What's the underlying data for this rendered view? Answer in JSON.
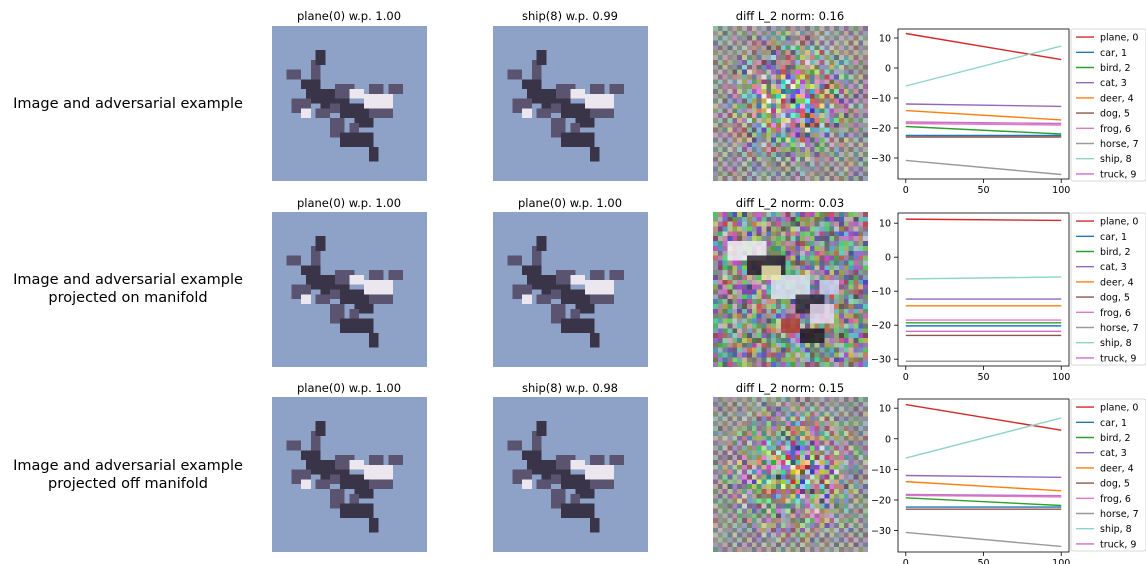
{
  "rows": [
    {
      "label_lines": [
        "Image and adversarial example"
      ],
      "original_title": "plane(0) w.p. 1.00",
      "adversarial_title": "ship(8) w.p. 0.99",
      "diff_title": "diff L_2 norm: 0.16"
    },
    {
      "label_lines": [
        "Image and adversarial example",
        "projected on manifold"
      ],
      "original_title": "plane(0) w.p. 1.00",
      "adversarial_title": "plane(0) w.p. 1.00",
      "diff_title": "diff L_2 norm: 0.03"
    },
    {
      "label_lines": [
        "Image and adversarial example",
        "projected off manifold"
      ],
      "original_title": "plane(0) w.p. 1.00",
      "adversarial_title": "ship(8) w.p. 0.98",
      "diff_title": "diff L_2 norm: 0.15"
    }
  ],
  "colors": {
    "sky": "#8ea2c8",
    "plane_dark": "#3a3448",
    "plane_light": "#ece6ee",
    "diff_bg": "#9a9a9a"
  },
  "chart_data": [
    {
      "type": "line",
      "x": [
        0,
        100
      ],
      "xticks": [
        0,
        50,
        100
      ],
      "yticks": [
        10,
        0,
        -10,
        -20,
        -30
      ],
      "xlim": [
        -5,
        105
      ],
      "ylim": [
        -37,
        13
      ],
      "legend": "right-outside",
      "series": [
        {
          "name": "plane, 0",
          "color": "#d62728",
          "values": [
            11.5,
            2.8
          ]
        },
        {
          "name": "car, 1",
          "color": "#1f77b4",
          "values": [
            -22.5,
            -22.5
          ]
        },
        {
          "name": "bird, 2",
          "color": "#2ca02c",
          "values": [
            -19.5,
            -22.0
          ]
        },
        {
          "name": "cat, 3",
          "color": "#9467bd",
          "values": [
            -12.0,
            -12.8
          ]
        },
        {
          "name": "deer, 4",
          "color": "#ff7f0e",
          "values": [
            -14.2,
            -17.3
          ]
        },
        {
          "name": "dog, 5",
          "color": "#8c564b",
          "values": [
            -23.0,
            -23.0
          ]
        },
        {
          "name": "frog, 6",
          "color": "#e377c2",
          "values": [
            -18.5,
            -19.0
          ]
        },
        {
          "name": "horse, 7",
          "color": "#999999",
          "values": [
            -30.8,
            -35.5
          ]
        },
        {
          "name": "ship, 8",
          "color": "#8dd3c7",
          "values": [
            -6.0,
            7.3
          ]
        },
        {
          "name": "truck, 9",
          "color": "#c76ecf",
          "values": [
            -18.0,
            -18.5
          ]
        }
      ]
    },
    {
      "type": "line",
      "x": [
        0,
        100
      ],
      "xticks": [
        0,
        50,
        100
      ],
      "yticks": [
        10,
        0,
        -10,
        -20,
        -30
      ],
      "xlim": [
        -5,
        105
      ],
      "ylim": [
        -32,
        13
      ],
      "legend": "right-outside",
      "series": [
        {
          "name": "plane, 0",
          "color": "#d62728",
          "values": [
            11.2,
            10.8
          ]
        },
        {
          "name": "car, 1",
          "color": "#1f77b4",
          "values": [
            -20.2,
            -20.2
          ]
        },
        {
          "name": "bird, 2",
          "color": "#2ca02c",
          "values": [
            -19.3,
            -19.3
          ]
        },
        {
          "name": "cat, 3",
          "color": "#9467bd",
          "values": [
            -12.3,
            -12.3
          ]
        },
        {
          "name": "deer, 4",
          "color": "#ff7f0e",
          "values": [
            -14.3,
            -14.3
          ]
        },
        {
          "name": "dog, 5",
          "color": "#8c564b",
          "values": [
            -23.0,
            -23.0
          ]
        },
        {
          "name": "frog, 6",
          "color": "#e377c2",
          "values": [
            -18.5,
            -18.5
          ]
        },
        {
          "name": "horse, 7",
          "color": "#999999",
          "values": [
            -30.6,
            -30.6
          ]
        },
        {
          "name": "ship, 8",
          "color": "#8dd3c7",
          "values": [
            -6.4,
            -5.8
          ]
        },
        {
          "name": "truck, 9",
          "color": "#c76ecf",
          "values": [
            -21.8,
            -21.8
          ]
        }
      ]
    },
    {
      "type": "line",
      "x": [
        0,
        100
      ],
      "xticks": [
        0,
        50,
        100
      ],
      "yticks": [
        10,
        0,
        -10,
        -20,
        -30
      ],
      "xlim": [
        -5,
        105
      ],
      "ylim": [
        -37,
        13
      ],
      "legend": "right-outside",
      "series": [
        {
          "name": "plane, 0",
          "color": "#d62728",
          "values": [
            11.2,
            2.8
          ]
        },
        {
          "name": "car, 1",
          "color": "#1f77b4",
          "values": [
            -22.3,
            -22.3
          ]
        },
        {
          "name": "bird, 2",
          "color": "#2ca02c",
          "values": [
            -19.3,
            -21.8
          ]
        },
        {
          "name": "cat, 3",
          "color": "#9467bd",
          "values": [
            -12.0,
            -12.6
          ]
        },
        {
          "name": "deer, 4",
          "color": "#ff7f0e",
          "values": [
            -14.0,
            -17.0
          ]
        },
        {
          "name": "dog, 5",
          "color": "#8c564b",
          "values": [
            -23.0,
            -23.0
          ]
        },
        {
          "name": "frog, 6",
          "color": "#e377c2",
          "values": [
            -18.5,
            -19.0
          ]
        },
        {
          "name": "horse, 7",
          "color": "#999999",
          "values": [
            -30.6,
            -35.2
          ]
        },
        {
          "name": "ship, 8",
          "color": "#8dd3c7",
          "values": [
            -6.3,
            6.8
          ]
        },
        {
          "name": "truck, 9",
          "color": "#c76ecf",
          "values": [
            -18.2,
            -18.6
          ]
        }
      ]
    }
  ]
}
